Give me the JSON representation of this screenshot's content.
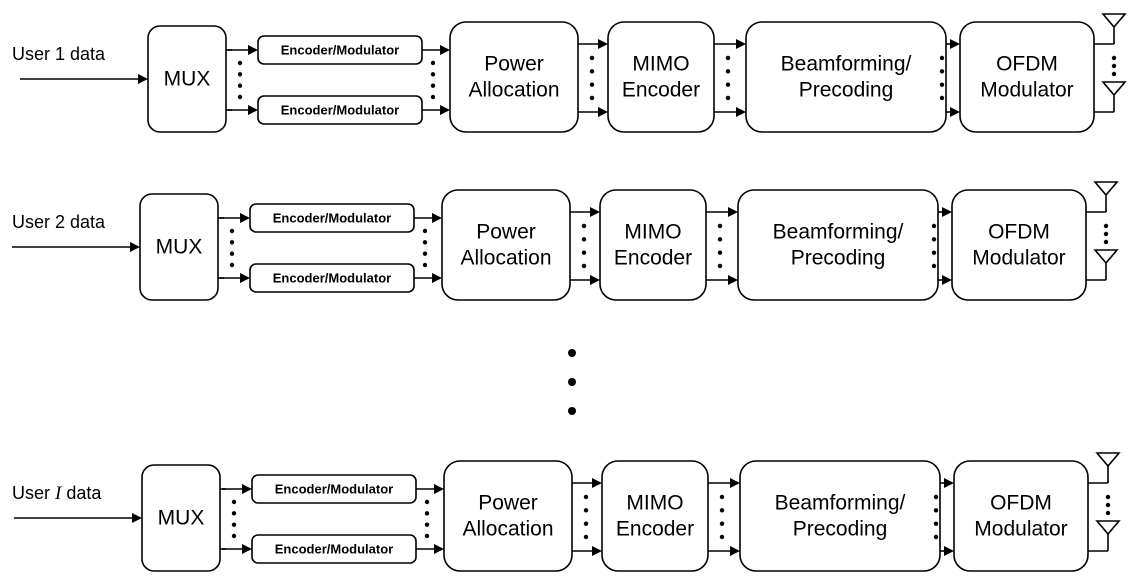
{
  "rows": [
    {
      "user_label": "User 1 data",
      "mux": "MUX",
      "encoders": [
        "Encoder/Modulator",
        "Encoder/Modulator"
      ],
      "power": [
        "Power",
        "Allocation"
      ],
      "mimo": [
        "MIMO",
        "Encoder"
      ],
      "beam": [
        "Beamforming/",
        "Precoding"
      ],
      "ofdm": [
        "OFDM",
        "Modulator"
      ]
    },
    {
      "user_label": "User 2 data",
      "mux": "MUX",
      "encoders": [
        "Encoder/Modulator",
        "Encoder/Modulator"
      ],
      "power": [
        "Power",
        "Allocation"
      ],
      "mimo": [
        "MIMO",
        "Encoder"
      ],
      "beam": [
        "Beamforming/",
        "Precoding"
      ],
      "ofdm": [
        "OFDM",
        "Modulator"
      ]
    },
    {
      "user_label_prefix": "User ",
      "user_label_var": "I",
      "user_label_suffix": " data",
      "mux": "MUX",
      "encoders": [
        "Encoder/Modulator",
        "Encoder/Modulator"
      ],
      "power": [
        "Power",
        "Allocation"
      ],
      "mimo": [
        "MIMO",
        "Encoder"
      ],
      "beam": [
        "Beamforming/",
        "Precoding"
      ],
      "ofdm": [
        "OFDM",
        "Modulator"
      ]
    }
  ]
}
